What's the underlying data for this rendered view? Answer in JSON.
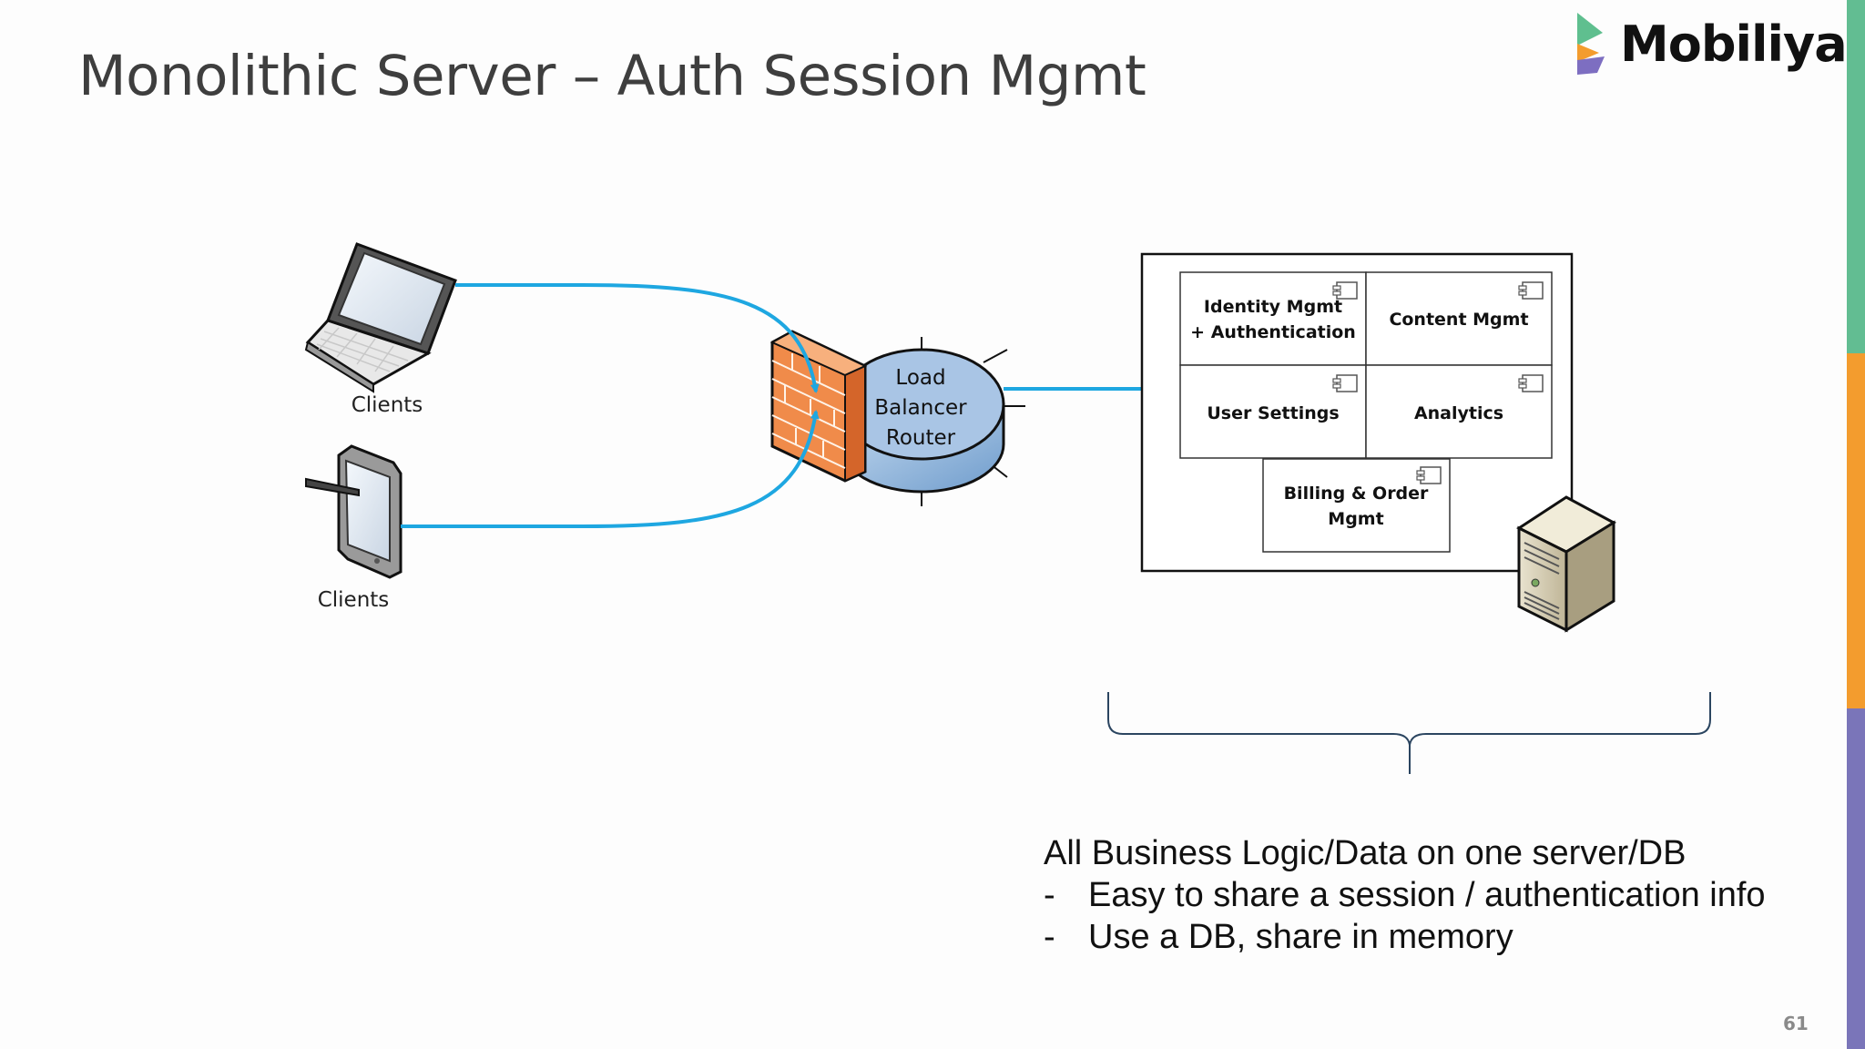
{
  "slide": {
    "title": "Monolithic Server – Auth Session Mgmt",
    "page_number": "61"
  },
  "logo": {
    "text": "Mobiliya",
    "colors": [
      "#5fbf8f",
      "#f39c2e",
      "#7d6ec1"
    ]
  },
  "side_strip": {
    "colors": [
      "#62bd92",
      "#f39c2e",
      "#7a75b9"
    ]
  },
  "diagram": {
    "clients_top_label": "Clients",
    "clients_bottom_label": "Clients",
    "router_label_lines": [
      "Load",
      "Balancer",
      "Router"
    ],
    "connector_color": "#1ea7e1",
    "modules": [
      {
        "label_lines": [
          "Identity Mgmt",
          "+ Authentication"
        ]
      },
      {
        "label_lines": [
          "Content Mgmt"
        ]
      },
      {
        "label_lines": [
          "User Settings"
        ]
      },
      {
        "label_lines": [
          "Analytics"
        ]
      },
      {
        "label_lines": [
          "Billing & Order",
          "Mgmt"
        ]
      }
    ]
  },
  "notes": {
    "heading": "All Business Logic/Data on one server/DB",
    "bullets": [
      {
        "marker": "-",
        "text": "Easy to share a session / authentication info"
      },
      {
        "marker": "-",
        "text": "Use a DB, share in memory"
      }
    ]
  }
}
